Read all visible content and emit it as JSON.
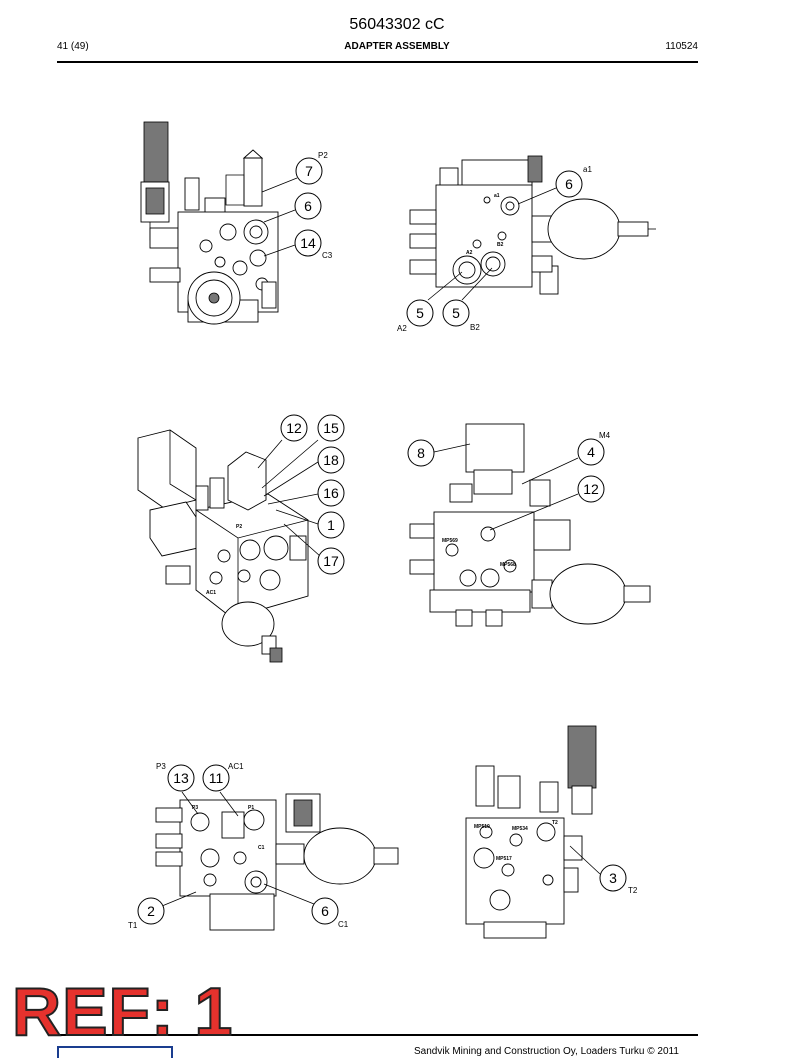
{
  "header": {
    "doc_number": "56043302 cC",
    "page": "41 (49)",
    "title": "ADAPTER ASSEMBLY",
    "date": "110524"
  },
  "stamp": {
    "text": "REF: 1",
    "color": "#e5322d"
  },
  "footer": {
    "copyright": "Sandvik Mining and Construction Oy, Loaders Turku © 2011"
  },
  "views": [
    {
      "callouts": [
        "7",
        "6",
        "14"
      ],
      "labels": [
        "P2",
        "C3"
      ]
    },
    {
      "callouts": [
        "6",
        "5",
        "5"
      ],
      "labels": [
        "a1",
        "A2",
        "B2"
      ],
      "tiny_labels": [
        "a1",
        "A2",
        "B2"
      ]
    },
    {
      "callouts": [
        "12",
        "15",
        "18",
        "16",
        "1",
        "17"
      ],
      "tiny_labels": [
        "P2",
        "AC1"
      ]
    },
    {
      "callouts": [
        "8",
        "4",
        "12"
      ],
      "labels": [
        "M4"
      ],
      "tiny_labels": [
        "MP569",
        "MP568"
      ]
    },
    {
      "callouts": [
        "13",
        "11",
        "2",
        "6"
      ],
      "labels": [
        "P3",
        "AC1",
        "T1",
        "C1"
      ],
      "tiny_labels": [
        "P3",
        "P1",
        "C1"
      ]
    },
    {
      "callouts": [
        "3"
      ],
      "labels": [
        "T2"
      ],
      "tiny_labels": [
        "MP510",
        "MP534",
        "MP517",
        "T2"
      ]
    }
  ]
}
